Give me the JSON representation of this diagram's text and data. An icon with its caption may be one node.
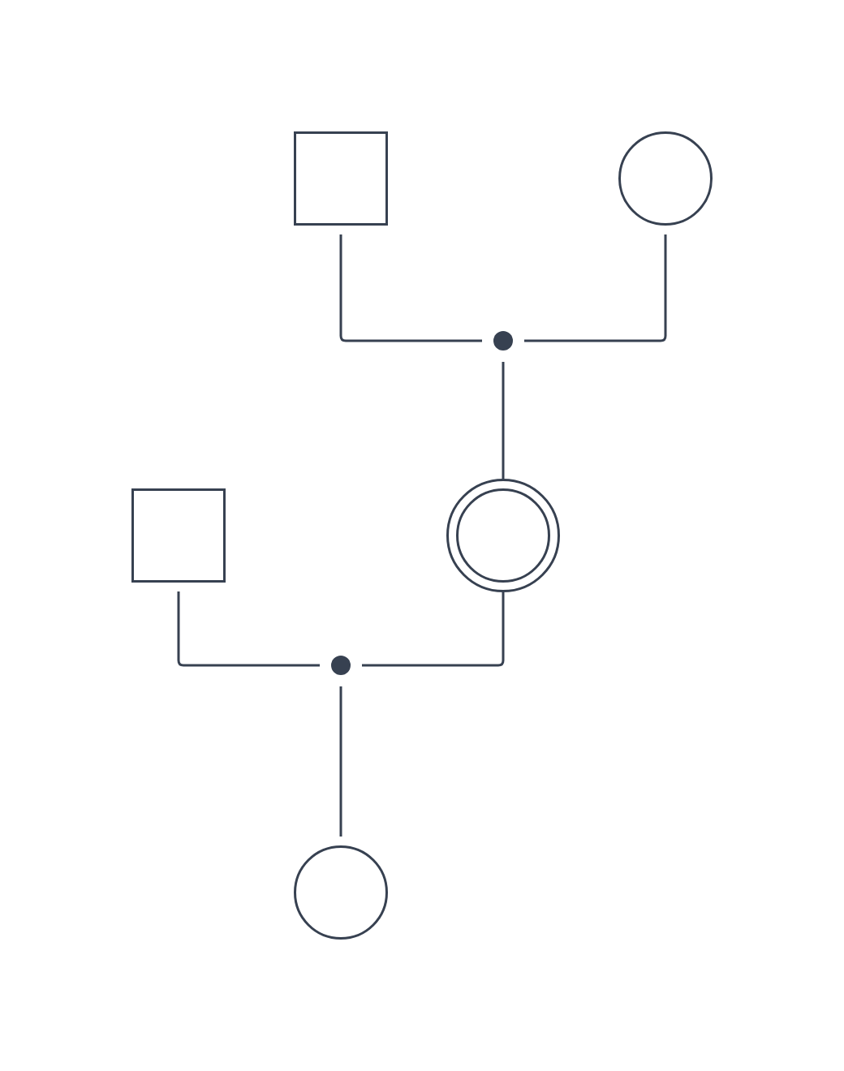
{
  "diagram": {
    "nodes": [
      {
        "text": [],
        "shape": "box"
      },
      {
        "text": [],
        "shape": "circle"
      },
      {
        "text": [],
        "shape": "dot"
      },
      {
        "text": [],
        "shape": "box"
      },
      {
        "text": [],
        "shape": "circle"
      },
      {
        "text": [],
        "shape": "dot"
      },
      {
        "text": [],
        "shape": "circle"
      }
    ],
    "edges": [
      {
        "from": 0,
        "to": 2,
        "arrow": "none"
      },
      {
        "from": 1,
        "to": 2,
        "arrow": "none"
      },
      {
        "from": 2,
        "to": 4,
        "arrow": "none"
      },
      {
        "from": 3,
        "to": 5,
        "arrow": "none"
      },
      {
        "from": 4,
        "to": 5,
        "arrow": "none"
      },
      {
        "from": 5,
        "to": 6,
        "arrow": "none"
      }
    ]
  }
}
